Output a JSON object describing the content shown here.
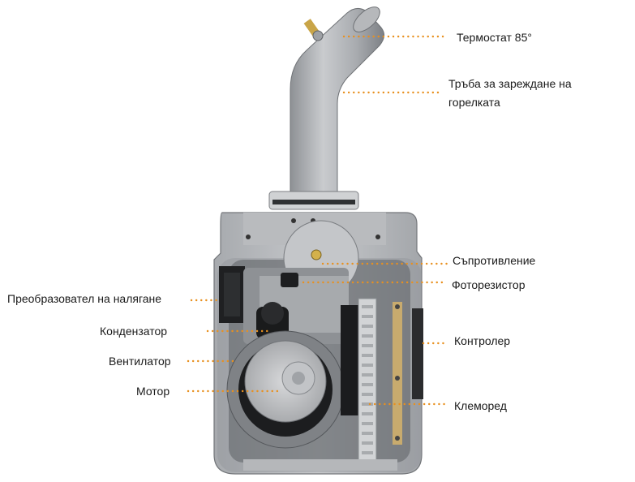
{
  "diagram": {
    "accent_color": "#e8901f",
    "labels": {
      "thermostat": "Термостат 85°",
      "pipe_line1": "Тръба за зареждане на",
      "pipe_line2": "горелката",
      "resistor": "Съпротивление",
      "photoresistor": "Фоторезистор",
      "pressure": "Преобразовател на налягане",
      "capacitor": "Кондензатор",
      "controller": "Контролер",
      "fan": "Вентилатор",
      "motor": "Мотор",
      "terminal": "Клеморед"
    }
  }
}
